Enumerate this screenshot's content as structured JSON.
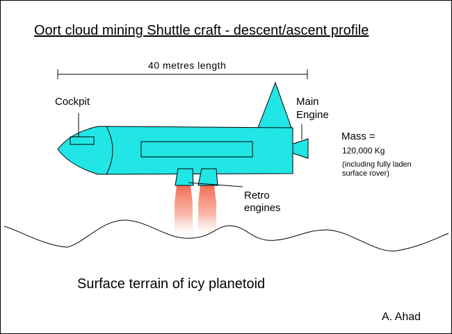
{
  "title": "Oort cloud mining Shuttle craft - descent/ascent profile",
  "dimension_label": "40 metres length",
  "labels": {
    "cockpit": "Cockpit",
    "main_engine_line1": "Main",
    "main_engine_line2": "Engine",
    "retro_line1": "Retro",
    "retro_line2": "engines"
  },
  "mass": {
    "title": "Mass =",
    "value": "120,000 Kg",
    "note_line1": "(including fully laden",
    "note_line2": "surface rover)"
  },
  "terrain_label": "Surface terrain of icy planetoid",
  "author": "A. Ahad",
  "colors": {
    "hull": "#22e5e5",
    "exhaust": "#f26a50",
    "outline": "#000000"
  }
}
